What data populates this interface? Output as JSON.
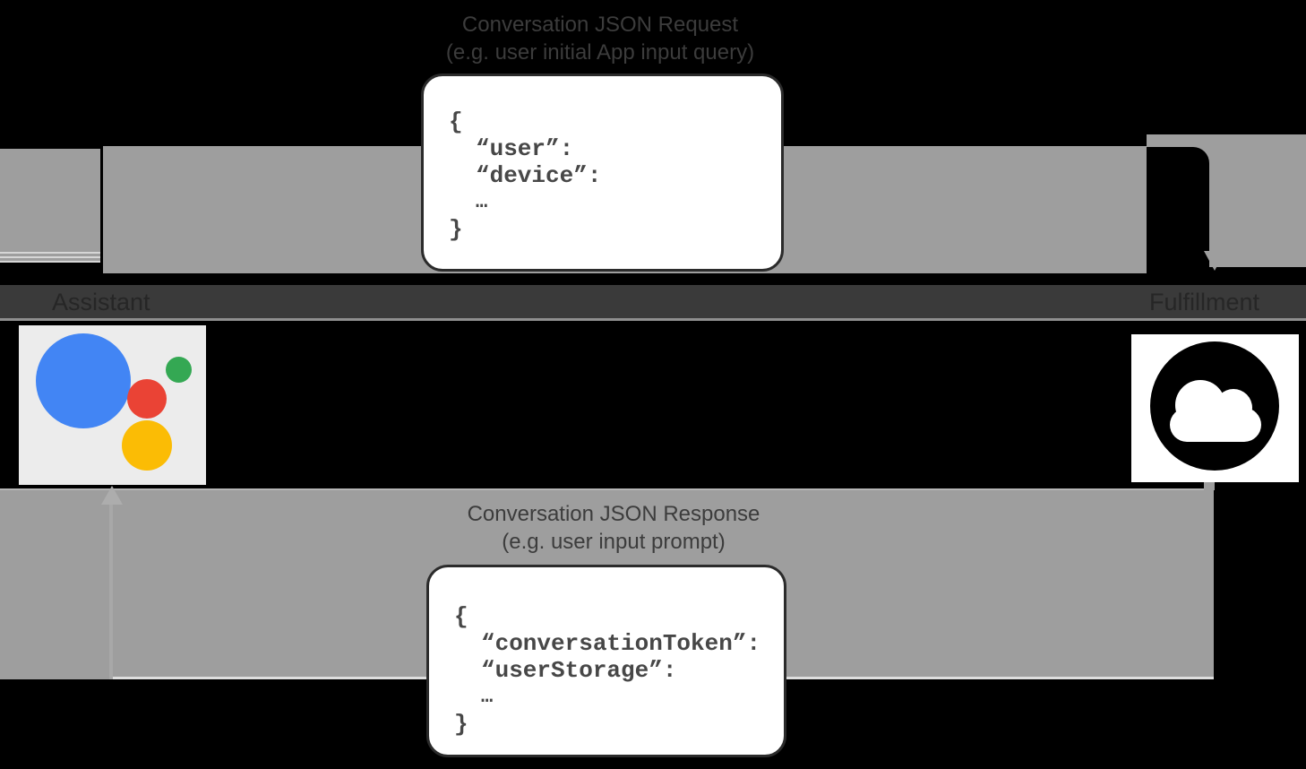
{
  "diagram": {
    "request": {
      "title_line1": "Conversation JSON Request",
      "title_line2": "(e.g. user initial App input query)",
      "code_lines": [
        "{",
        "“user”:",
        "“device”:",
        "…",
        "}"
      ]
    },
    "response": {
      "title_line1": "Conversation JSON Response",
      "title_line2": "(e.g. user input prompt)",
      "code_lines": [
        "{",
        "“conversationToken”:",
        "“userStorage”:",
        "…",
        "}"
      ]
    },
    "nodes": {
      "assistant_label": "Assistant",
      "fulfillment_label": "Fulfillment"
    },
    "icons": {
      "assistant": "google-assistant-logo",
      "fulfillment": "cloud-icon"
    },
    "colors": {
      "background": "#000000",
      "arrow_gray": "#9E9E9E",
      "label_band": "#3A3A3A",
      "label_text": "#262626",
      "title_text": "#3C3C3C",
      "code_box_bg": "#FFFFFF",
      "code_box_border": "#2B2B2B",
      "code_text": "#474747",
      "assistant_blue": "#4285F4",
      "assistant_red": "#EA4335",
      "assistant_green": "#34A853",
      "assistant_yellow": "#FBBC05",
      "assistant_box_bg": "#ECECEC",
      "cloud_icon_color": "#000000"
    }
  }
}
